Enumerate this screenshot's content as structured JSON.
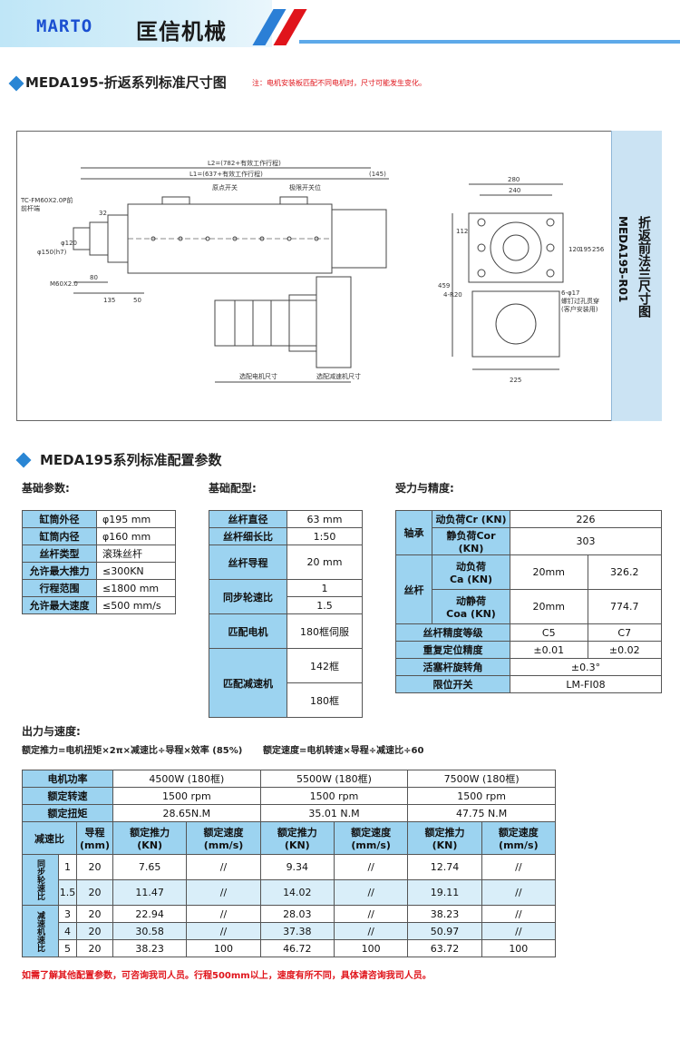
{
  "header": {
    "brand": "MARTO",
    "company": "匡信机械"
  },
  "drawing": {
    "title": "MEDA195-折返系列标准尺寸图",
    "note": "注：电机安装板匹配不同电机时，尺寸可能发生变化。",
    "side_label": "折返前法兰尺寸图",
    "side_code": "MEDA195-R01",
    "labels": {
      "l2": "L2=(782+有效工作行程)",
      "l1": "L1=(637+有效工作行程)",
      "d145": "(145)",
      "tc": "TC-FM60X2.0P前",
      "tc2": "前杆端",
      "origin": "原点开关",
      "limit": "极限开关位",
      "motor": "选配电机尺寸",
      "reducer": "选配减速机尺寸",
      "d32": "32",
      "phi120": "φ120",
      "phi150": "φ150(h7)",
      "d80": "80",
      "d135": "135",
      "d50": "50",
      "m60": "M60X2.0",
      "d280": "280",
      "d240": "240",
      "d112": "112",
      "d120": "120",
      "d195": "195",
      "d256": "256",
      "d459": "459",
      "r20": "4-R20",
      "holes": "6-φ17",
      "holes2": "螺钉过孔贯穿",
      "holes3": "(客户安装用)",
      "d225": "225"
    }
  },
  "config": {
    "title": "MEDA195系列标准配置参数",
    "basic_params_title": "基础参数:",
    "basic_config_title": "基础配型:",
    "force_title": "受力与精度:",
    "basic_params": [
      [
        "缸筒外径",
        "φ195 mm"
      ],
      [
        "缸筒内径",
        "φ160 mm"
      ],
      [
        "丝杆类型",
        "滚珠丝杆"
      ],
      [
        "允许最大推力",
        "≤300KN"
      ],
      [
        "行程范围",
        "≤1800 mm"
      ],
      [
        "允许最大速度",
        "≤500 mm/s"
      ]
    ],
    "basic_config": {
      "screw_dia": [
        "丝杆直径",
        "63 mm"
      ],
      "slender": [
        "丝杆细长比",
        "1:50"
      ],
      "lead": [
        "丝杆导程",
        "20 mm"
      ],
      "pulley": [
        "同步轮速比",
        "1",
        "1.5"
      ],
      "motor": [
        "匹配电机",
        "180框伺服"
      ],
      "reducer": [
        "匹配减速机",
        "142框",
        "180框"
      ]
    },
    "force": {
      "bearing": "轴承",
      "cr": [
        "动负荷Cr (KN)",
        "226"
      ],
      "cor": [
        "静负荷Cor (KN)",
        "303"
      ],
      "screw": "丝杆",
      "ca_label": "动负荷",
      "ca_unit": "Ca (KN)",
      "ca": [
        "20mm",
        "326.2"
      ],
      "coa_label": "动静荷",
      "coa_unit": "Coa (KN)",
      "coa": [
        "20mm",
        "774.7"
      ],
      "grade": [
        "丝杆精度等级",
        "C5",
        "C7"
      ],
      "repeat": [
        "重复定位精度",
        "±0.01",
        "±0.02"
      ],
      "rotation": [
        "活塞杆旋转角",
        "±0.3°"
      ],
      "switch": [
        "限位开关",
        "LM-FI08"
      ]
    }
  },
  "output": {
    "title": "出力与速度:",
    "formula1": "额定推力=电机扭矩×2π×减速比÷导程×效率 (85%)",
    "formula2": "额定速度=电机转速×导程÷减速比÷60",
    "header": {
      "power": "电机功率",
      "speed": "额定转速",
      "torque": "额定扭矩",
      "ratio": "减速比",
      "lead": "导程\n(mm)",
      "thrust": "额定推力\n(KN)",
      "vel": "额定速度\n(mm/s)"
    },
    "motors": [
      {
        "power": "4500W (180框)",
        "rpm": "1500 rpm",
        "torque": "28.65N.M"
      },
      {
        "power": "5500W (180框)",
        "rpm": "1500 rpm",
        "torque": "35.01 N.M"
      },
      {
        "power": "7500W (180框)",
        "rpm": "1500 rpm",
        "torque": "47.75 N.M"
      }
    ],
    "group1": "同步轮速比",
    "group2": "减速机速比",
    "rows": [
      [
        "1",
        "20",
        "7.65",
        "//",
        "9.34",
        "//",
        "12.74",
        "//"
      ],
      [
        "1.5",
        "20",
        "11.47",
        "//",
        "14.02",
        "//",
        "19.11",
        "//"
      ],
      [
        "3",
        "20",
        "22.94",
        "//",
        "28.03",
        "//",
        "38.23",
        "//"
      ],
      [
        "4",
        "20",
        "30.58",
        "//",
        "37.38",
        "//",
        "50.97",
        "//"
      ],
      [
        "5",
        "20",
        "38.23",
        "100",
        "46.72",
        "100",
        "63.72",
        "100"
      ]
    ],
    "footer": "如需了解其他配置参数，可咨询我司人员。行程500mm以上，速度有所不同，具体请咨询我司人员。"
  }
}
